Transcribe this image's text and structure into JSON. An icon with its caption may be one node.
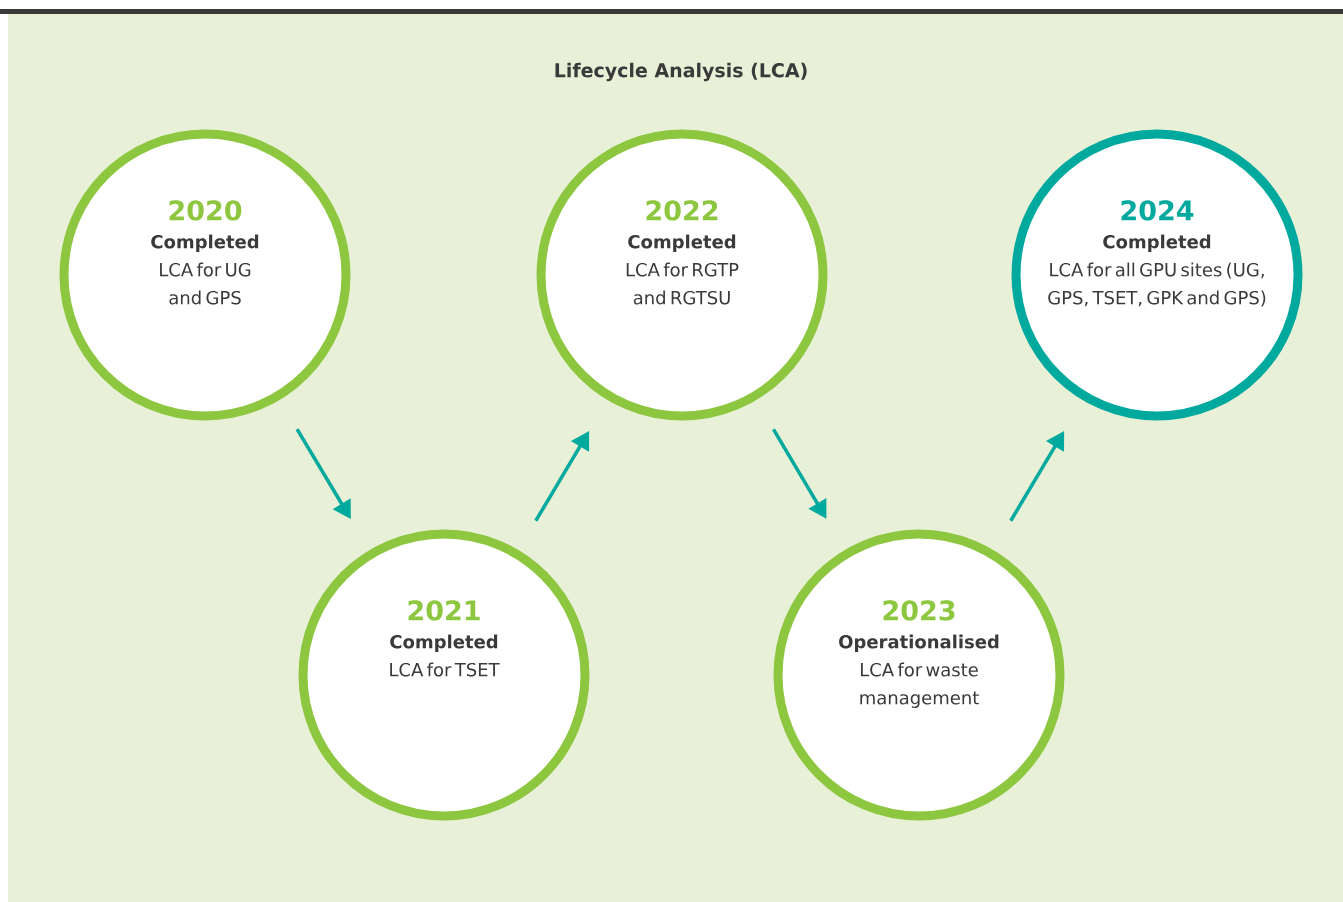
{
  "diagram": {
    "title": "Lifecycle Analysis (LCA)",
    "nodes": [
      {
        "text": [
          "2020",
          "Completed",
          "LCA for UG and GPS"
        ]
      },
      {
        "text": [
          "2021",
          "Completed",
          "LCA for TSET"
        ]
      },
      {
        "text": [
          "2022",
          "Completed",
          "LCA for RGTP and RGTSU"
        ]
      },
      {
        "text": [
          "2023",
          "Operationalised",
          "LCA for waste management"
        ]
      },
      {
        "text": [
          "2024",
          "Completed",
          "LCA for all GPU sites (UG, GPS, TSET, GPK and GPS)"
        ]
      }
    ],
    "edges": [
      {
        "from": 0,
        "to": 1,
        "arrow": "to"
      },
      {
        "from": 1,
        "to": 2,
        "arrow": "to"
      },
      {
        "from": 2,
        "to": 3,
        "arrow": "to"
      },
      {
        "from": 3,
        "to": 4,
        "arrow": "to"
      }
    ]
  }
}
